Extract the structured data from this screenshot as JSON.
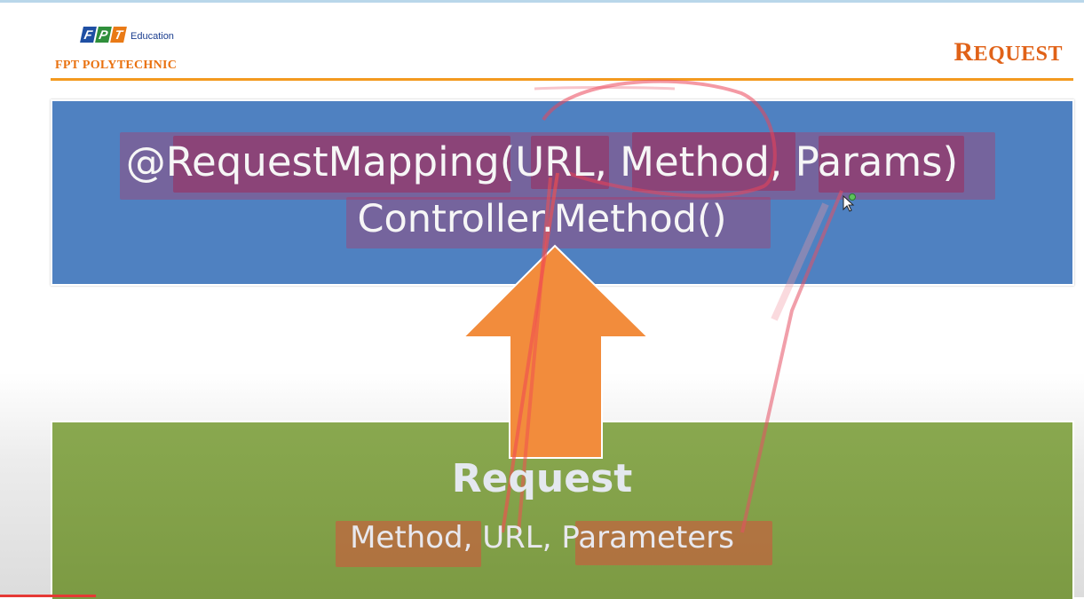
{
  "header": {
    "logo_letters": [
      "F",
      "P",
      "T"
    ],
    "logo_colors": [
      "#1f4fa3",
      "#2f8f3b",
      "#e97a16"
    ],
    "logo_sub": "Education",
    "school": "FPT POLYTECHNIC",
    "title_first": "R",
    "title_rest": "EQUEST"
  },
  "top_box": {
    "line1": {
      "prefix": "@",
      "annotation": "RequestMapping",
      "open": "(",
      "arg1": "URL",
      "sep1": ", ",
      "arg2": "Method",
      "sep2": ", ",
      "arg3": "Params",
      "close": ")"
    },
    "line2": "Controller.Method()"
  },
  "bottom_box": {
    "label": "Request",
    "item1": "Method",
    "sep1": ", ",
    "item2": "URL",
    "sep2": ", ",
    "item3": "Parameters"
  },
  "colors": {
    "blue_box": "#4f81c1",
    "green_box": "#86a64c",
    "arrow": "#f28c3c",
    "accent_orange": "#e06218"
  },
  "icons": [
    "fpt-logo",
    "up-arrow",
    "mouse-cursor-icon"
  ],
  "video_progress_percent": 9
}
